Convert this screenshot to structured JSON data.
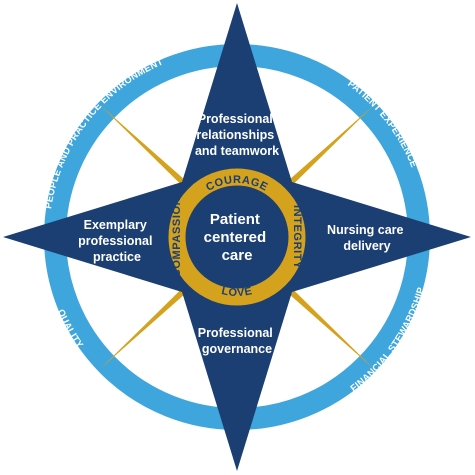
{
  "colors": {
    "navy": "#1b3f73",
    "gold": "#d4a21c",
    "sky": "#3ea6dc",
    "white": "#ffffff"
  },
  "ring_labels": {
    "top_left": "PEOPLE AND PRACTICE ENVIRONMENT",
    "top_right": "PATIENT EXPERIENCE",
    "bottom_left": "QUALITY",
    "bottom_right": "FINANCIAL STEWARDSHIP"
  },
  "values": {
    "top": "COURAGE",
    "right": "INTEGRITY",
    "bottom": "LOVE",
    "left": "COMPASSION"
  },
  "arms": {
    "top": [
      "Professional",
      "relationships",
      "and teamwork"
    ],
    "right": [
      "Nursing care",
      "delivery"
    ],
    "bottom": [
      "Professional",
      "governance"
    ],
    "left": [
      "Exemplary",
      "professional",
      "practice"
    ]
  },
  "center": [
    "Patient",
    "centered",
    "care"
  ]
}
